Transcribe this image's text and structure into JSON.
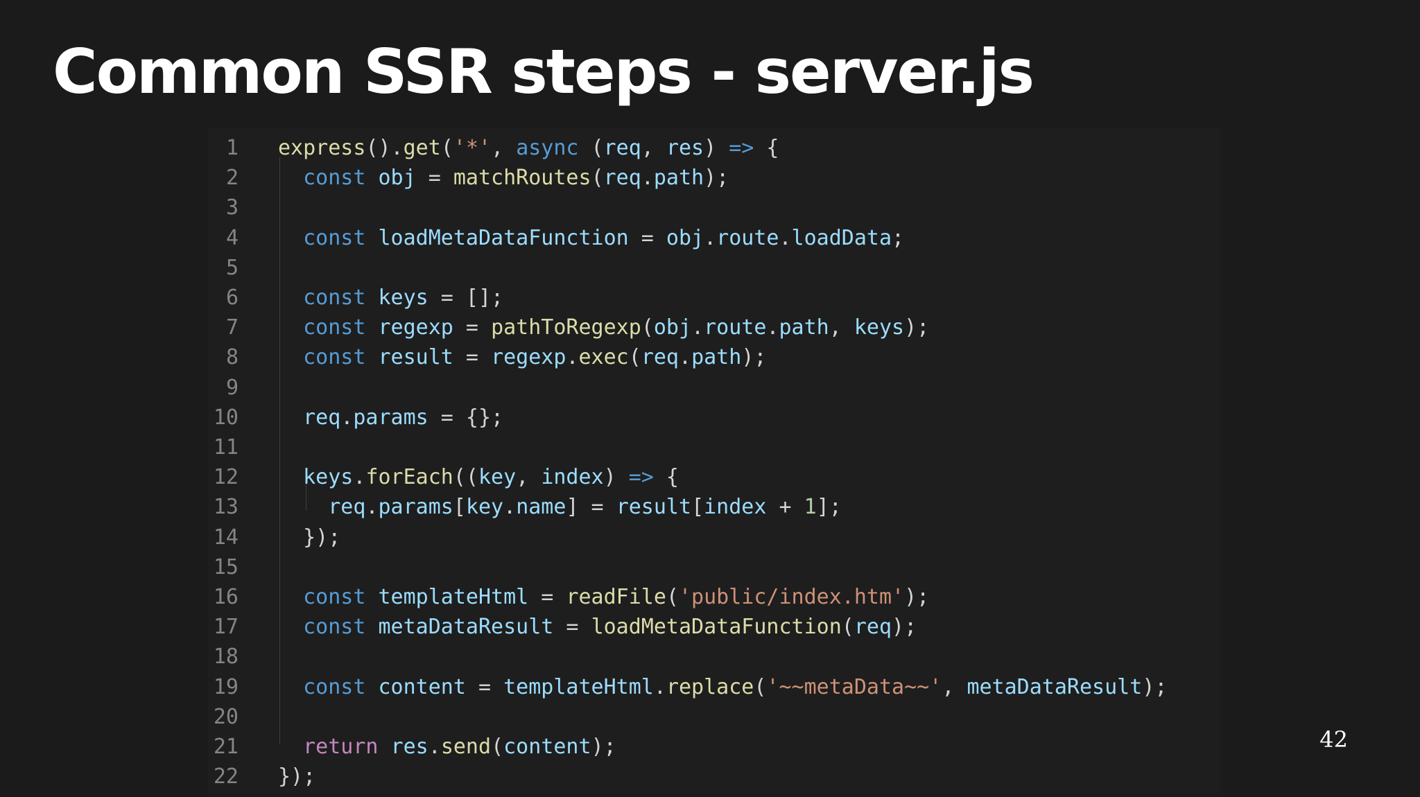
{
  "slide": {
    "title": "Common SSR steps - server.js",
    "page_number": "42"
  },
  "code": {
    "language": "javascript",
    "lines": [
      {
        "n": "1",
        "tokens": [
          [
            "fn",
            "express"
          ],
          [
            "op",
            "()."
          ],
          [
            "fn",
            "get"
          ],
          [
            "op",
            "("
          ],
          [
            "str",
            "'*'"
          ],
          [
            "op",
            ", "
          ],
          [
            "kw",
            "async"
          ],
          [
            "op",
            " ("
          ],
          [
            "var",
            "req"
          ],
          [
            "op",
            ", "
          ],
          [
            "var",
            "res"
          ],
          [
            "op",
            ") "
          ],
          [
            "kw",
            "=>"
          ],
          [
            "op",
            " {"
          ]
        ]
      },
      {
        "n": "2",
        "tokens": [
          [
            "op",
            "  "
          ],
          [
            "kw",
            "const"
          ],
          [
            "op",
            " "
          ],
          [
            "var",
            "obj"
          ],
          [
            "op",
            " = "
          ],
          [
            "fn",
            "matchRoutes"
          ],
          [
            "op",
            "("
          ],
          [
            "var",
            "req"
          ],
          [
            "op",
            "."
          ],
          [
            "prop",
            "path"
          ],
          [
            "op",
            ");"
          ]
        ]
      },
      {
        "n": "3",
        "tokens": []
      },
      {
        "n": "4",
        "tokens": [
          [
            "op",
            "  "
          ],
          [
            "kw",
            "const"
          ],
          [
            "op",
            " "
          ],
          [
            "var",
            "loadMetaDataFunction"
          ],
          [
            "op",
            " = "
          ],
          [
            "var",
            "obj"
          ],
          [
            "op",
            "."
          ],
          [
            "prop",
            "route"
          ],
          [
            "op",
            "."
          ],
          [
            "prop",
            "loadData"
          ],
          [
            "op",
            ";"
          ]
        ]
      },
      {
        "n": "5",
        "tokens": []
      },
      {
        "n": "6",
        "tokens": [
          [
            "op",
            "  "
          ],
          [
            "kw",
            "const"
          ],
          [
            "op",
            " "
          ],
          [
            "var",
            "keys"
          ],
          [
            "op",
            " = [];"
          ]
        ]
      },
      {
        "n": "7",
        "tokens": [
          [
            "op",
            "  "
          ],
          [
            "kw",
            "const"
          ],
          [
            "op",
            " "
          ],
          [
            "var",
            "regexp"
          ],
          [
            "op",
            " = "
          ],
          [
            "fn",
            "pathToRegexp"
          ],
          [
            "op",
            "("
          ],
          [
            "var",
            "obj"
          ],
          [
            "op",
            "."
          ],
          [
            "prop",
            "route"
          ],
          [
            "op",
            "."
          ],
          [
            "prop",
            "path"
          ],
          [
            "op",
            ", "
          ],
          [
            "var",
            "keys"
          ],
          [
            "op",
            ");"
          ]
        ]
      },
      {
        "n": "8",
        "tokens": [
          [
            "op",
            "  "
          ],
          [
            "kw",
            "const"
          ],
          [
            "op",
            " "
          ],
          [
            "var",
            "result"
          ],
          [
            "op",
            " = "
          ],
          [
            "var",
            "regexp"
          ],
          [
            "op",
            "."
          ],
          [
            "fn",
            "exec"
          ],
          [
            "op",
            "("
          ],
          [
            "var",
            "req"
          ],
          [
            "op",
            "."
          ],
          [
            "prop",
            "path"
          ],
          [
            "op",
            ");"
          ]
        ]
      },
      {
        "n": "9",
        "tokens": []
      },
      {
        "n": "10",
        "tokens": [
          [
            "op",
            "  "
          ],
          [
            "var",
            "req"
          ],
          [
            "op",
            "."
          ],
          [
            "prop",
            "params"
          ],
          [
            "op",
            " = {};"
          ]
        ]
      },
      {
        "n": "11",
        "tokens": []
      },
      {
        "n": "12",
        "tokens": [
          [
            "op",
            "  "
          ],
          [
            "var",
            "keys"
          ],
          [
            "op",
            "."
          ],
          [
            "fn",
            "forEach"
          ],
          [
            "op",
            "(("
          ],
          [
            "var",
            "key"
          ],
          [
            "op",
            ", "
          ],
          [
            "var",
            "index"
          ],
          [
            "op",
            ") "
          ],
          [
            "kw",
            "=>"
          ],
          [
            "op",
            " {"
          ]
        ]
      },
      {
        "n": "13",
        "tokens": [
          [
            "op",
            "    "
          ],
          [
            "var",
            "req"
          ],
          [
            "op",
            "."
          ],
          [
            "prop",
            "params"
          ],
          [
            "op",
            "["
          ],
          [
            "var",
            "key"
          ],
          [
            "op",
            "."
          ],
          [
            "prop",
            "name"
          ],
          [
            "op",
            "] = "
          ],
          [
            "var",
            "result"
          ],
          [
            "op",
            "["
          ],
          [
            "var",
            "index"
          ],
          [
            "op",
            " + "
          ],
          [
            "num",
            "1"
          ],
          [
            "op",
            "];"
          ]
        ]
      },
      {
        "n": "14",
        "tokens": [
          [
            "op",
            "  });"
          ]
        ]
      },
      {
        "n": "15",
        "tokens": []
      },
      {
        "n": "16",
        "tokens": [
          [
            "op",
            "  "
          ],
          [
            "kw",
            "const"
          ],
          [
            "op",
            " "
          ],
          [
            "var",
            "templateHtml"
          ],
          [
            "op",
            " = "
          ],
          [
            "fn",
            "readFile"
          ],
          [
            "op",
            "("
          ],
          [
            "str",
            "'public/index.htm'"
          ],
          [
            "op",
            ");"
          ]
        ]
      },
      {
        "n": "17",
        "tokens": [
          [
            "op",
            "  "
          ],
          [
            "kw",
            "const"
          ],
          [
            "op",
            " "
          ],
          [
            "var",
            "metaDataResult"
          ],
          [
            "op",
            " = "
          ],
          [
            "fn",
            "loadMetaDataFunction"
          ],
          [
            "op",
            "("
          ],
          [
            "var",
            "req"
          ],
          [
            "op",
            ");"
          ]
        ]
      },
      {
        "n": "18",
        "tokens": []
      },
      {
        "n": "19",
        "tokens": [
          [
            "op",
            "  "
          ],
          [
            "kw",
            "const"
          ],
          [
            "op",
            " "
          ],
          [
            "var",
            "content"
          ],
          [
            "op",
            " = "
          ],
          [
            "var",
            "templateHtml"
          ],
          [
            "op",
            "."
          ],
          [
            "fn",
            "replace"
          ],
          [
            "op",
            "("
          ],
          [
            "str",
            "'~~metaData~~'"
          ],
          [
            "op",
            ", "
          ],
          [
            "var",
            "metaDataResult"
          ],
          [
            "op",
            ");"
          ]
        ]
      },
      {
        "n": "20",
        "tokens": []
      },
      {
        "n": "21",
        "tokens": [
          [
            "op",
            "  "
          ],
          [
            "ctl",
            "return"
          ],
          [
            "op",
            " "
          ],
          [
            "var",
            "res"
          ],
          [
            "op",
            "."
          ],
          [
            "fn",
            "send"
          ],
          [
            "op",
            "("
          ],
          [
            "var",
            "content"
          ],
          [
            "op",
            ");"
          ]
        ]
      },
      {
        "n": "22",
        "tokens": [
          [
            "op",
            "});"
          ]
        ]
      }
    ]
  },
  "colors": {
    "background": "#1b1b1b",
    "editor_background": "#1e1e1e",
    "keyword": "#569cd6",
    "control_keyword": "#c586c0",
    "function": "#dcdcaa",
    "variable": "#9cdcfe",
    "string": "#ce9178",
    "number": "#b5cea8",
    "line_number": "#858585"
  }
}
